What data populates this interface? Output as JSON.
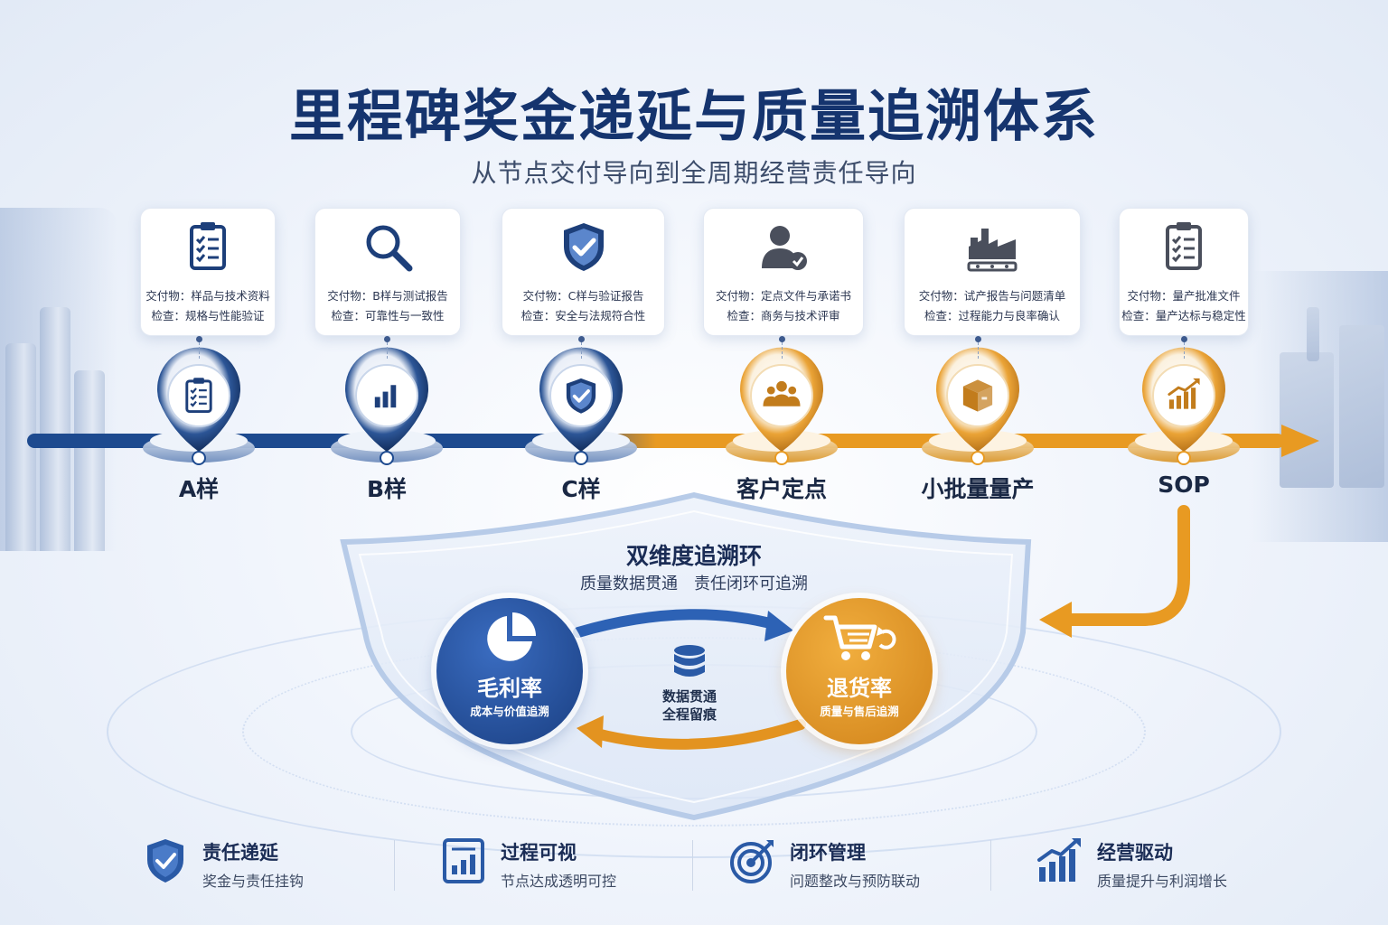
{
  "title": "里程碑奖金递延与质量追溯体系",
  "subtitle": "从节点交付导向到全周期经营责任导向",
  "milestones": [
    {
      "label": "A样",
      "deliverable": "交付物：样品与技术资料",
      "check": "检查：规格与性能验证",
      "card_icon": "clipboard-checklist-icon",
      "node_icon": "clipboard-checklist-icon",
      "stage": "blue"
    },
    {
      "label": "B样",
      "deliverable": "交付物：B样与测试报告",
      "check": "检查：可靠性与一致性",
      "card_icon": "magnifier-icon",
      "node_icon": "bar-chart-icon",
      "stage": "blue"
    },
    {
      "label": "C样",
      "deliverable": "交付物：C样与验证报告",
      "check": "检查：安全与法规符合性",
      "card_icon": "shield-check-icon",
      "node_icon": "shield-check-icon",
      "stage": "blue"
    },
    {
      "label": "客户定点",
      "deliverable": "交付物：定点文件与承诺书",
      "check": "检查：商务与技术评审",
      "card_icon": "user-check-icon",
      "node_icon": "team-icon",
      "stage": "orange"
    },
    {
      "label": "小批量量产",
      "deliverable": "交付物：试产报告与问题清单",
      "check": "检查：过程能力与良率确认",
      "card_icon": "factory-icon",
      "node_icon": "box-icon",
      "stage": "orange"
    },
    {
      "label": "SOP",
      "deliverable": "交付物：量产批准文件",
      "check": "检查：量产达标与稳定性",
      "card_icon": "clipboard-checklist-icon",
      "node_icon": "growth-chart-icon",
      "stage": "orange"
    }
  ],
  "loop": {
    "title": "双维度追溯环",
    "subtitle": "质量数据贯通　责任闭环可追溯",
    "left": {
      "name": "毛利率",
      "desc": "成本与价值追溯",
      "icon": "pie-chart-icon"
    },
    "right": {
      "name": "退货率",
      "desc": "质量与售后追溯",
      "icon": "cart-return-icon"
    },
    "center": {
      "line1": "数据贯通",
      "line2": "全程留痕",
      "icon": "database-icon"
    }
  },
  "features": [
    {
      "name": "责任递延",
      "desc": "奖金与责任挂钩",
      "icon": "shield-check-icon"
    },
    {
      "name": "过程可视",
      "desc": "节点达成透明可控",
      "icon": "report-chart-icon"
    },
    {
      "name": "闭环管理",
      "desc": "问题整改与预防联动",
      "icon": "target-icon"
    },
    {
      "name": "经营驱动",
      "desc": "质量提升与利润增长",
      "icon": "growth-chart-icon"
    }
  ],
  "colors": {
    "blue": "#1d4a8f",
    "orange": "#e89a22",
    "title": "#15346e"
  }
}
